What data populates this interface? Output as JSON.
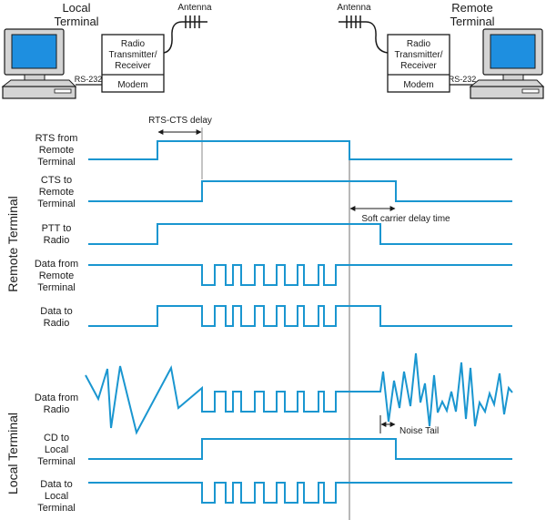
{
  "header": {
    "local_title_line1": "Local",
    "local_title_line2": "Terminal",
    "remote_title_line1": "Remote",
    "remote_title_line2": "Terminal",
    "antenna_left": "Antenna",
    "antenna_right": "Antenna",
    "radio_line1": "Radio",
    "radio_line2": "Transmitter/",
    "radio_line3": "Receiver",
    "modem": "Modem",
    "rs232_left": "RS-232",
    "rs232_right": "RS-232"
  },
  "groups": {
    "remote": "Remote Terminal",
    "local": "Local Terminal"
  },
  "signals": [
    {
      "id": "rts",
      "lines": [
        "RTS from",
        "Remote",
        "Terminal"
      ]
    },
    {
      "id": "cts",
      "lines": [
        "CTS to",
        "Remote",
        "Terminal"
      ]
    },
    {
      "id": "ptt",
      "lines": [
        "PTT to",
        "Radio"
      ]
    },
    {
      "id": "data_from_remote",
      "lines": [
        "Data from",
        "Remote",
        "Terminal"
      ]
    },
    {
      "id": "data_to_radio",
      "lines": [
        "Data to",
        "Radio"
      ]
    },
    {
      "id": "data_from_radio",
      "lines": [
        "Data from",
        "Radio"
      ]
    },
    {
      "id": "cd",
      "lines": [
        "CD to",
        "Local",
        "Terminal"
      ]
    },
    {
      "id": "data_to_local",
      "lines": [
        "Data to",
        "Local",
        "Terminal"
      ]
    }
  ],
  "annotations": {
    "rts_cts_delay": "RTS-CTS delay",
    "soft_carrier": "Soft carrier delay time",
    "noise_tail": "Noise Tail"
  },
  "colors": {
    "signal": "#1a96d0",
    "screen": "#1e8fe0",
    "monitor": "#d4d4d4",
    "ink": "#1a1a1a"
  }
}
